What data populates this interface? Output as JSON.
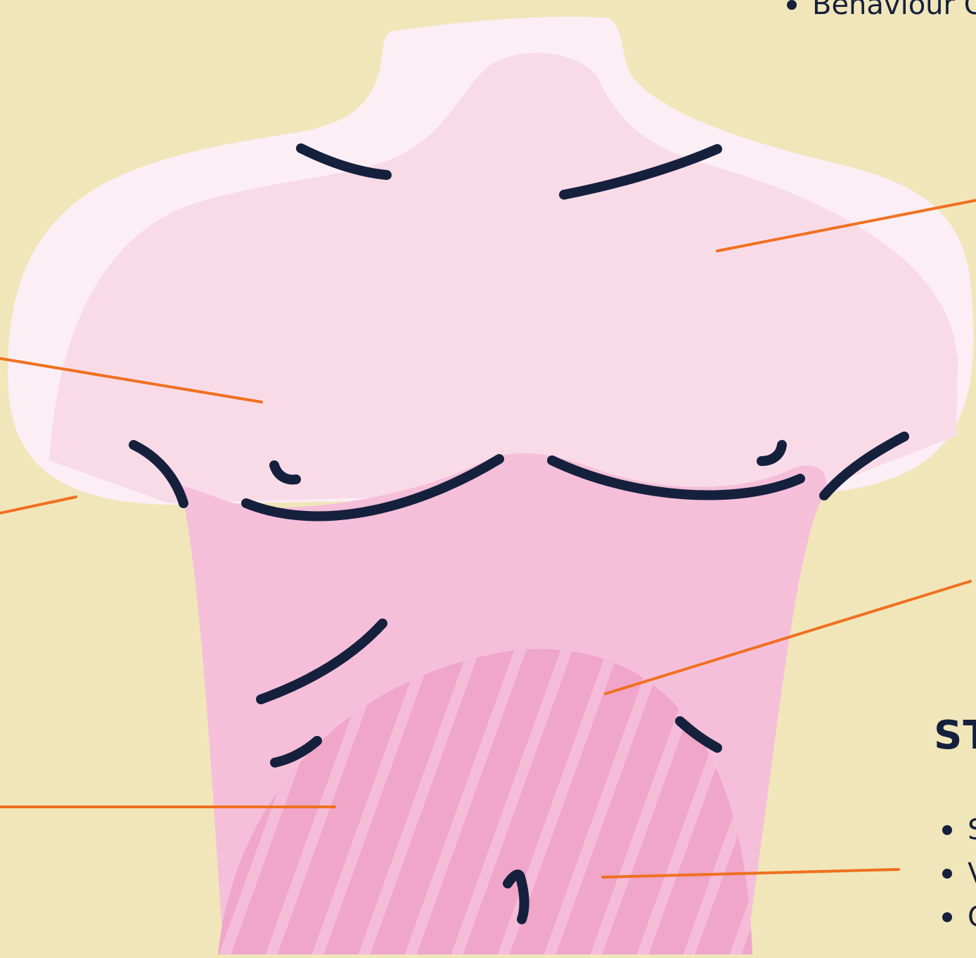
{
  "top_list": {
    "items": [
      "Behaviour C"
    ]
  },
  "section": {
    "heading": "ST"
  },
  "bottom_list": {
    "items": [
      "S",
      "V",
      "C"
    ]
  },
  "colors": {
    "background": "#f1e6b9",
    "outer_skin": "#fbeef5",
    "upper_body": "#f9dbe8",
    "torso": "#f5bfd9",
    "highlight_zone": "#efa6c8",
    "stripes": "#f5bcd8",
    "outline": "#15203d",
    "pointer_lines": "#f07020"
  },
  "icons": {
    "figure": "human-torso-illustration"
  }
}
